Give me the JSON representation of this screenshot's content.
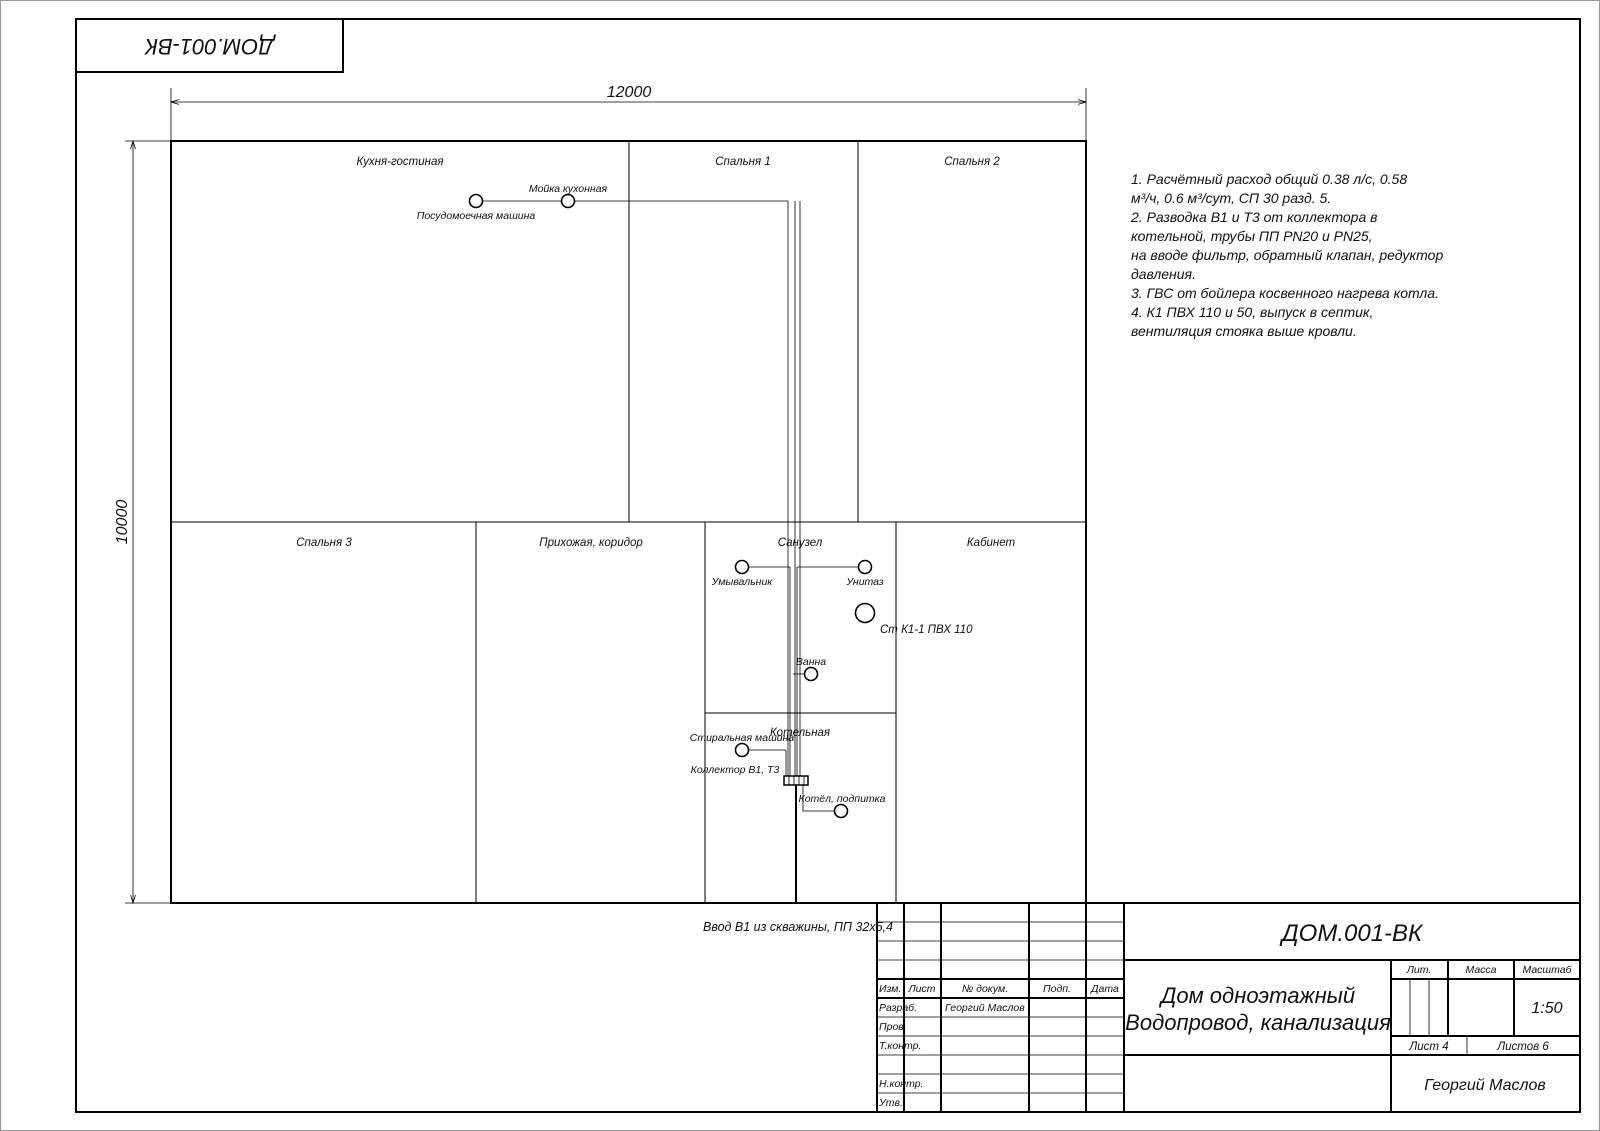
{
  "drawing": {
    "code_top": "ДОМ.001-ВК",
    "dim_width": "12000",
    "dim_height": "10000"
  },
  "rooms": [
    {
      "id": "kitchen",
      "name": "Кухня-гостиная"
    },
    {
      "id": "bedroom1",
      "name": "Спальня 1"
    },
    {
      "id": "bedroom2",
      "name": "Спальня 2"
    },
    {
      "id": "bedroom3",
      "name": "Спальня 3"
    },
    {
      "id": "hallway",
      "name": "Прихожая, коридор"
    },
    {
      "id": "bathroom",
      "name": "Санузел"
    },
    {
      "id": "office",
      "name": "Кабинет"
    },
    {
      "id": "boiler",
      "name": "Котельная"
    }
  ],
  "fixtures": [
    {
      "id": "dishwasher",
      "name": "Посудомоечная машина"
    },
    {
      "id": "kitchen-sink",
      "name": "Мойка кухонная"
    },
    {
      "id": "washbasin",
      "name": "Умывальник"
    },
    {
      "id": "toilet",
      "name": "Унитаз"
    },
    {
      "id": "bathtub",
      "name": "Ванна"
    },
    {
      "id": "washing-machine",
      "name": "Стиральная машина"
    },
    {
      "id": "boiler-makeup",
      "name": "Котёл, подпитка"
    },
    {
      "id": "collector",
      "name": "Коллектор В1, Т3"
    },
    {
      "id": "riser",
      "name": "Ст К1-1 ПВХ 110"
    },
    {
      "id": "inlet",
      "name": "Ввод В1 из скважины, ПП 32х5,4"
    }
  ],
  "notes": [
    "1. Расчётный расход общий 0.38 л/с, 0.58",
    "м³/ч, 0.6 м³/сут, СП 30 разд. 5.",
    "2. Разводка В1 и Т3 от коллектора в",
    "котельной, трубы ПП PN20 и PN25,",
    "на вводе фильтр, обратный клапан, редуктор",
    "давления.",
    "3. ГВС от бойлера косвенного нагрева котла.",
    "4. К1 ПВХ 110 и 50, выпуск в септик,",
    "вентиляция стояка выше кровли."
  ],
  "title_block": {
    "code": "ДОМ.001-ВК",
    "title_line1": "Дом одноэтажный",
    "title_line2": "Водопровод, канализация",
    "col_izm": "Изм.",
    "col_list": "Лист",
    "col_doc": "№ докум.",
    "col_sign": "Подп.",
    "col_date": "Дата",
    "row_razrab": "Разраб.",
    "razrab_name": "Георгий Маслов",
    "row_prov": "Пров.",
    "row_tkontr": "Т.контр.",
    "row_nkontr": "Н.контр.",
    "row_utv": "Утв.",
    "lit_label": "Лит.",
    "mass_label": "Масса",
    "scale_label": "Масштаб",
    "scale_value": "1:50",
    "sheet": "Лист 4",
    "sheets": "Листов 6",
    "organization": "Георгий Маслов"
  }
}
